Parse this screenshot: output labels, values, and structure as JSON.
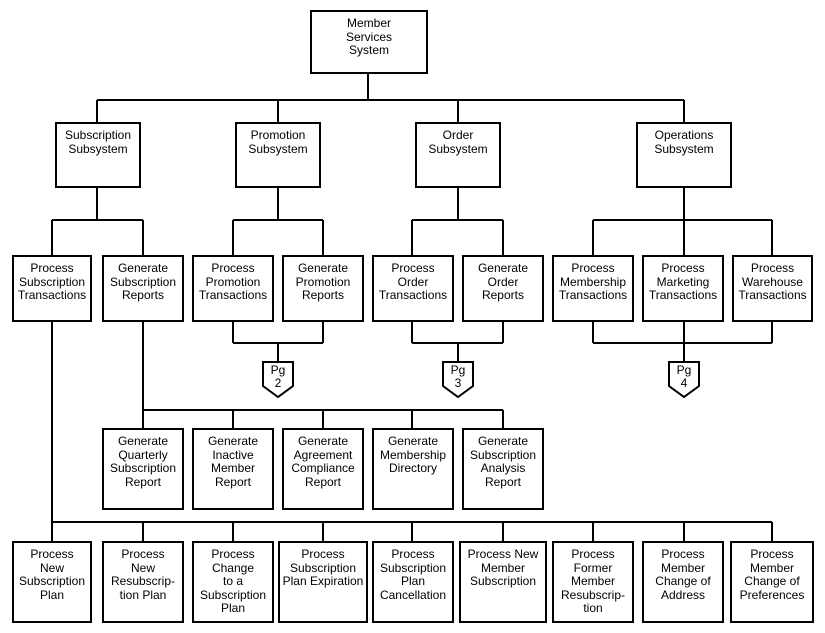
{
  "root": {
    "label": "Member\nServices\nSystem"
  },
  "subsystems": [
    {
      "label": "Subscription\nSubsystem"
    },
    {
      "label": "Promotion\nSubsystem"
    },
    {
      "label": "Order\nSubsystem"
    },
    {
      "label": "Operations\nSubsystem"
    }
  ],
  "level2": [
    {
      "label": "Process\nSubscription\nTransactions"
    },
    {
      "label": "Generate\nSubscription\nReports"
    },
    {
      "label": "Process\nPromotion\nTransactions"
    },
    {
      "label": "Generate\nPromotion\nReports"
    },
    {
      "label": "Process\nOrder\nTransactions"
    },
    {
      "label": "Generate\nOrder\nReports"
    },
    {
      "label": "Process\nMembership\nTransactions"
    },
    {
      "label": "Process\nMarketing\nTransactions"
    },
    {
      "label": "Process\nWarehouse\nTransactions"
    }
  ],
  "reports": [
    {
      "label": "Generate\nQuarterly\nSubscription\nReport"
    },
    {
      "label": "Generate\nInactive\nMember\nReport"
    },
    {
      "label": "Generate\nAgreement\nCompliance\nReport"
    },
    {
      "label": "Generate\nMembership\nDirectory"
    },
    {
      "label": "Generate\nSubscription\nAnalysis\nReport"
    }
  ],
  "transactions": [
    {
      "label": "Process\nNew\nSubscription\nPlan"
    },
    {
      "label": "Process\nNew\nResubscrip-\ntion Plan"
    },
    {
      "label": "Process\nChange\nto a\nSubscription\nPlan"
    },
    {
      "label": "Process\nSubscription\nPlan Expiration"
    },
    {
      "label": "Process\nSubscription\nPlan\nCancellation"
    },
    {
      "label": "Process New\nMember\nSubscription"
    },
    {
      "label": "Process\nFormer\nMember\nResubscrip-\ntion"
    },
    {
      "label": "Process\nMember\nChange of\nAddress"
    },
    {
      "label": "Process\nMember\nChange of\nPreferences"
    }
  ],
  "page_connectors": [
    {
      "label": "Pg\n2"
    },
    {
      "label": "Pg\n3"
    },
    {
      "label": "Pg\n4"
    }
  ]
}
